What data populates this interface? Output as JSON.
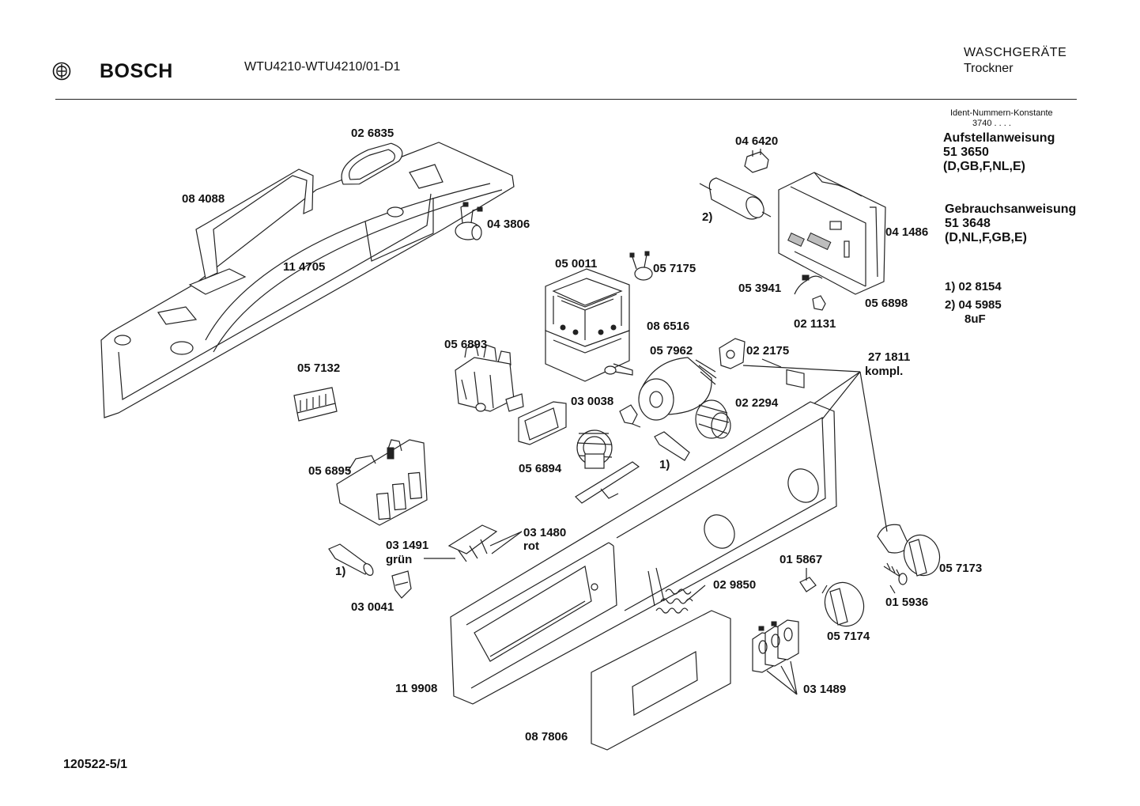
{
  "header": {
    "brand": "BOSCH",
    "model": "WTU4210-WTU4210/01-D1",
    "category_line1": "WASCHGERÄTE",
    "category_line2": "Trockner"
  },
  "info": {
    "ident_title": "Ident-Nummern-Konstante",
    "ident_value": "3740  . .  . .",
    "aufstell_title": "Aufstellanweisung",
    "aufstell_number": "51 3650",
    "aufstell_langs": "(D,GB,F,NL,E)",
    "gebrauch_title": "Gebrauchsanweisung",
    "gebrauch_number": "51 3648",
    "gebrauch_langs": "(D,NL,F,GB,E)"
  },
  "notes": {
    "note1_marker": "1)",
    "note1_value": "02 8154",
    "note2_marker": "2)",
    "note2_value": "04 5985",
    "note2_detail": "8uF"
  },
  "footer": {
    "code": "120522-5/1"
  },
  "part_labels": [
    "02 6835",
    "08 4088",
    "04 3806",
    "11 4705",
    "04 6420",
    "2)",
    "04 1486",
    "05 0011",
    "05 7175",
    "05 3941",
    "05 6898",
    "02 1131",
    "08 6516",
    "05 6893",
    "05 7962",
    "02 2175",
    "27 1811",
    "kompl.",
    "05 7132",
    "03 0038",
    "02 2294",
    "05 6894",
    "1)",
    "05 6895",
    "03 1480",
    "rot",
    "03 1491",
    "grün",
    "1)",
    "03 0041",
    "01 5867",
    "02 9850",
    "05 7173",
    "01 5936",
    "05 7174",
    "11 9908",
    "03 1489",
    "08 7806"
  ]
}
